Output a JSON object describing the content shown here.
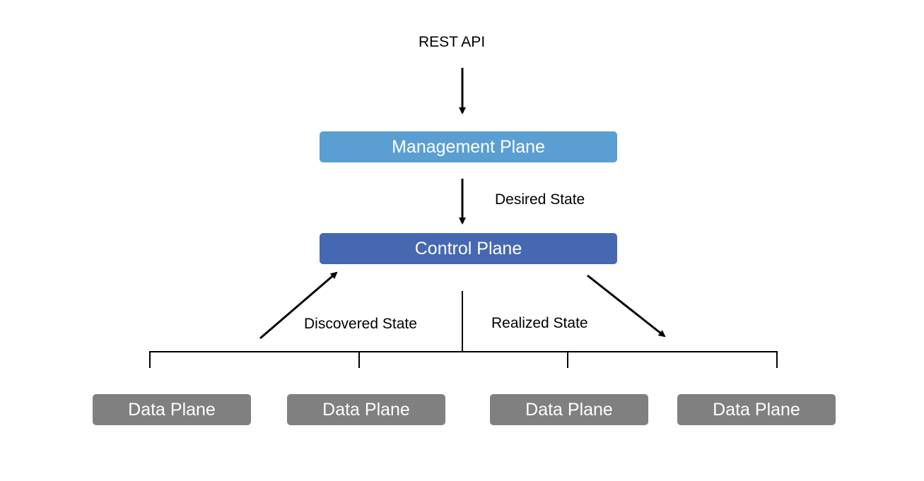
{
  "diagram": {
    "api": {
      "label": "REST API"
    },
    "planes": {
      "management": {
        "label": "Management Plane",
        "color": "#5b9fd2"
      },
      "control": {
        "label": "Control Plane",
        "color": "#4568b0"
      },
      "data": [
        {
          "label": "Data Plane"
        },
        {
          "label": "Data Plane"
        },
        {
          "label": "Data Plane"
        },
        {
          "label": "Data Plane"
        }
      ],
      "data_color": "#808080"
    },
    "edges": {
      "desired": {
        "label": "Desired State"
      },
      "discovered": {
        "label": "Discovered State"
      },
      "realized": {
        "label": "Realized State"
      }
    },
    "line_color": "#000000"
  }
}
